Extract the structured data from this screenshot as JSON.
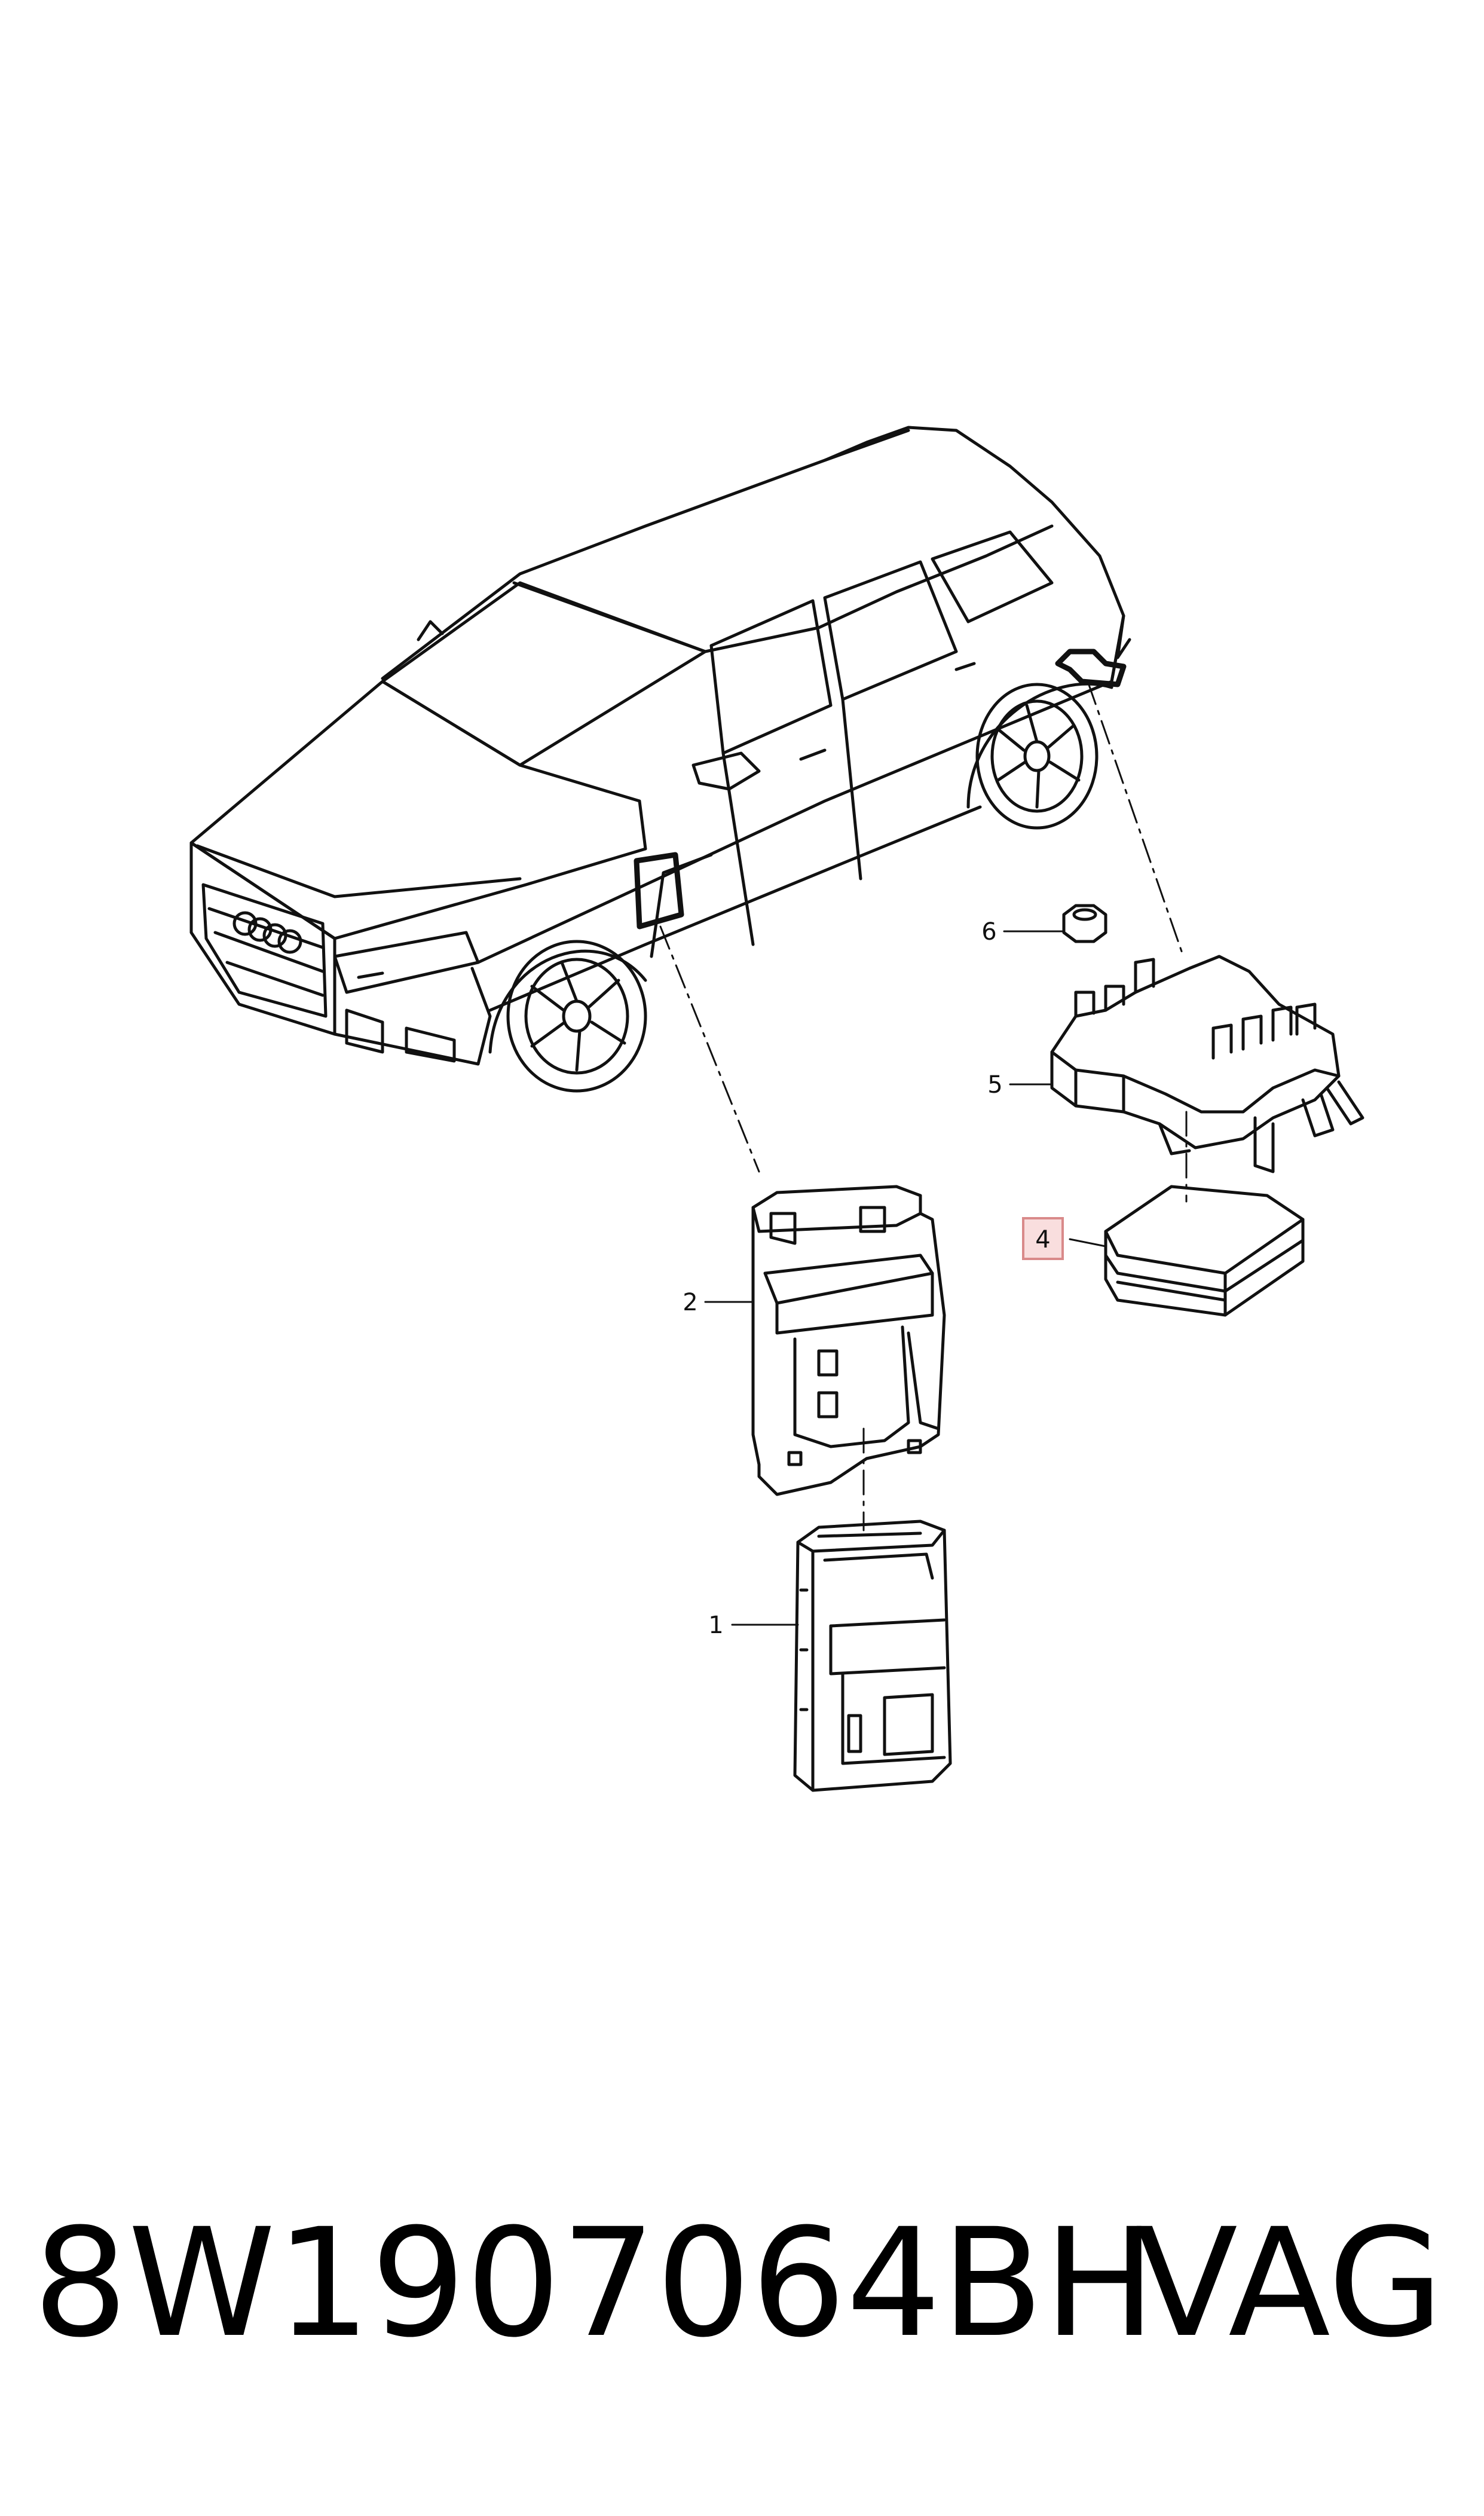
{
  "callouts": [
    {
      "id": "1",
      "label": "1"
    },
    {
      "id": "2",
      "label": "2"
    },
    {
      "id": "4",
      "label": "4",
      "highlighted": true
    },
    {
      "id": "5",
      "label": "5"
    },
    {
      "id": "6",
      "label": "6"
    }
  ],
  "highlight_color": "#f3c2c2",
  "footer": {
    "part_number": "8W1907064BH",
    "brand": "VAG"
  }
}
